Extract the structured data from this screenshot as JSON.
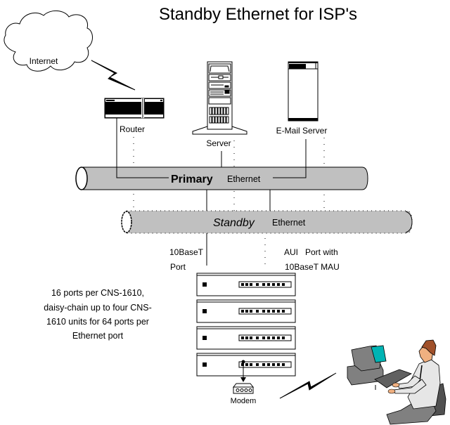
{
  "title": "Standby Ethernet for ISP's",
  "colors": {
    "bus_fill": "#c0c0c0",
    "line": "#000000",
    "screen": "#00b4b4",
    "skin": "#f0b080",
    "hair": "#a0502a",
    "shirt": "#e6e6e6",
    "pants": "#808080",
    "chair": "#505050"
  },
  "nodes": {
    "internet": {
      "label": "Internet",
      "icon": "cloud-icon"
    },
    "router": {
      "label": "Router",
      "icon": "router-icon"
    },
    "server": {
      "label": "Server",
      "icon": "tower-server-icon"
    },
    "email_server": {
      "label": "E-Mail Server",
      "icon": "mail-server-icon"
    },
    "modem": {
      "label": "Modem",
      "icon": "modem-icon"
    },
    "user": {
      "icon": "user-at-computer-icon"
    }
  },
  "buses": {
    "primary": {
      "name": "Primary",
      "suffix": "Ethernet"
    },
    "standby": {
      "name": "Standby",
      "suffix": "Ethernet"
    }
  },
  "ports": {
    "tenbaset_line1": "10BaseT",
    "tenbaset_line2": "Port",
    "aui_line1": "AUI   Port with",
    "aui_line2": "10BaseT MAU"
  },
  "hub_stack": {
    "units": 4,
    "icon": "cns-1610-unit-icon"
  },
  "note": [
    "16 ports per CNS-1610,",
    "daisy-chain up to four CNS-",
    "1610 units for 64 ports per",
    "Ethernet port"
  ]
}
